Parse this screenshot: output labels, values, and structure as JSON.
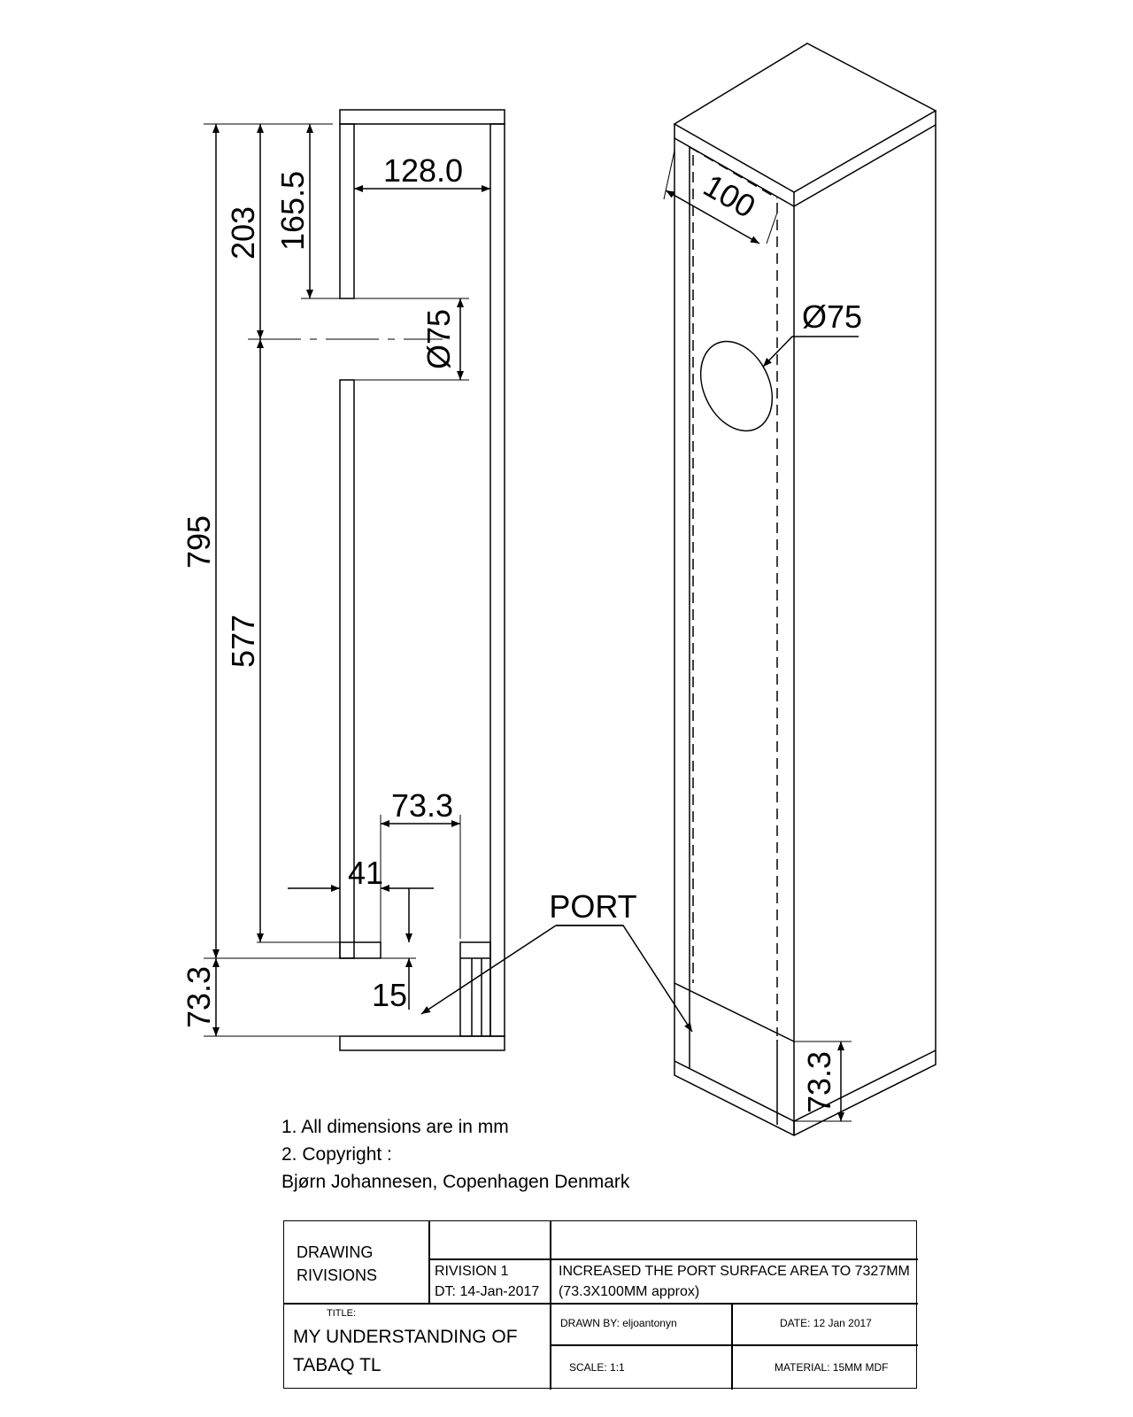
{
  "side_view": {
    "dimensions": {
      "overall_height": "795",
      "to_port_center": "203",
      "top_to_port": "165.5",
      "port_diameter": "Ø75",
      "internal_width": "128.0",
      "lower_section": "577",
      "bottom_port_height": "73.3",
      "bottom_port_width": "73.3",
      "offset_41": "41",
      "offset_15": "15"
    },
    "port_label": "PORT"
  },
  "iso_view": {
    "depth_dim": "100",
    "hole_dim": "Ø75",
    "port_height_dim": "73.3"
  },
  "notes": [
    "1. All dimensions are in mm",
    "2. Copyright :",
    "Bjørn Johannesen, Copenhagen Denmark"
  ],
  "title_block": {
    "revisions_label_1": "DRAWING",
    "revisions_label_2": "RIVISIONS",
    "revision": "RIVISION 1",
    "revision_date": "DT: 14-Jan-2017",
    "revision_note_1": "INCREASED THE PORT SURFACE AREA TO 7327MM",
    "revision_note_2": "(73.3X100MM approx)",
    "title_label": "TITLE:",
    "title_line_1": "MY UNDERSTANDING OF",
    "title_line_2": "TABAQ TL",
    "drawn_by": "DRAWN BY: eljoantonyn",
    "date": "DATE: 12 Jan 2017",
    "scale": "SCALE: 1:1",
    "material": "MATERIAL: 15MM MDF"
  }
}
